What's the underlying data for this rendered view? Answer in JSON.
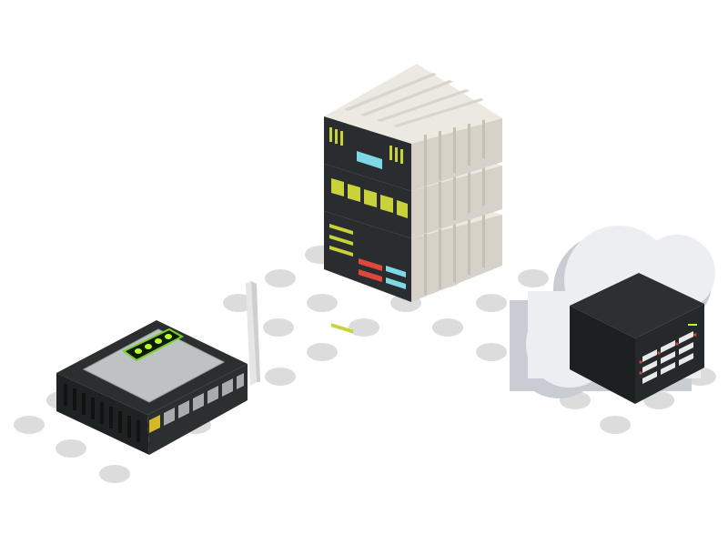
{
  "illustration": {
    "nodes": [
      {
        "id": "router",
        "icon": "wireless-router-icon"
      },
      {
        "id": "server-rack",
        "icon": "server-stack-icon"
      },
      {
        "id": "cloud-server",
        "icon": "cloud-server-icon"
      }
    ],
    "connections": [
      {
        "from": "router",
        "to": "server-rack",
        "style": "dotted"
      },
      {
        "from": "server-rack",
        "to": "cloud-server",
        "style": "dotted"
      }
    ],
    "colors": {
      "background": "#ffffff",
      "dots": "#dcdcdc",
      "router_body": "#2b2f30",
      "router_top": "#bfc2c2",
      "led_green": "#b8ff2a",
      "server_face": "#2a2d2f",
      "server_shell": "#e6e2d9",
      "server_shell_side": "#cfcbc2",
      "cloud": "#e9ebef",
      "cloud_shadow": "#c9ccd2",
      "accent_cyan": "#7fd8e6",
      "accent_red": "#e0483c",
      "accent_yellow": "#c9d23a"
    }
  }
}
